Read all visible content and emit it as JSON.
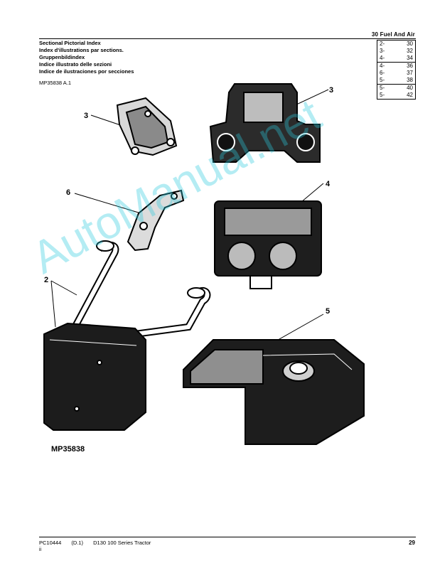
{
  "header": {
    "section_title": "30 Fuel And Air"
  },
  "index": {
    "titles": [
      "Sectional Pictorial Index",
      "Index d'illustrations par sections.",
      "Gruppenbildindex",
      "Indice illustrato delle sezioni",
      "Indice de ilustraciones por secciones"
    ],
    "figure_code": "MP35838 A.1"
  },
  "page_refs": [
    {
      "section": "2-",
      "page": "30"
    },
    {
      "section": "3-",
      "page": "32"
    },
    {
      "section": "4-",
      "page": "34"
    },
    {
      "section": "4-",
      "page": "36"
    },
    {
      "section": "6-",
      "page": "37"
    },
    {
      "section": "5-",
      "page": "38"
    },
    {
      "section": "5-",
      "page": "40"
    },
    {
      "section": "5-",
      "page": "42"
    }
  ],
  "callouts": [
    "2",
    "3",
    "3",
    "4",
    "5",
    "6"
  ],
  "figure": {
    "id": "MP35838"
  },
  "watermark": "AutoManual.net",
  "footer": {
    "doc_id": "PC10444",
    "rev": "(D.1)",
    "model": "D130 100 Series Tractor",
    "sub": "ii",
    "page_number": "29"
  }
}
